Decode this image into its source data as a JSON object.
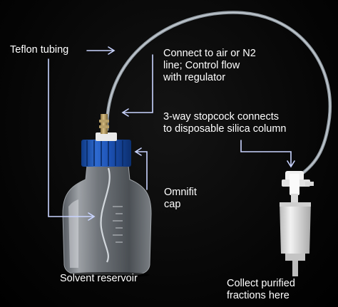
{
  "labels": {
    "teflon_tubing": "Teflon tubing",
    "connect_air": [
      "Connect to air or N2",
      "line; Control flow",
      "with regulator"
    ],
    "stopcock": [
      "3-way stopcock connects",
      "to disposable silica column"
    ],
    "omnifit_cap": [
      "Omnifit",
      "cap"
    ],
    "solvent_reservoir": "Solvent reservoir",
    "collect_fractions": [
      "Collect purified",
      "fractions here"
    ]
  },
  "colors": {
    "background": "#000000",
    "label_text": "#ffffff",
    "arrow": "#c9d4ff",
    "cap": "#1d55b8"
  }
}
